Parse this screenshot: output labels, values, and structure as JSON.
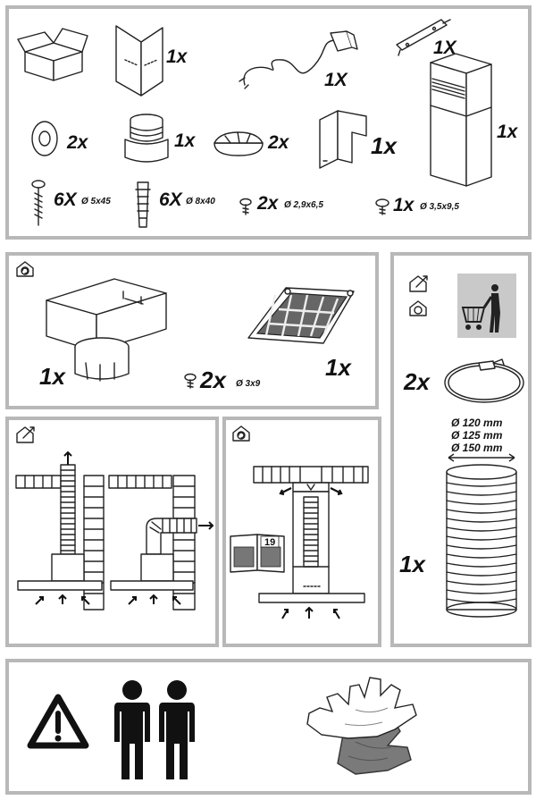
{
  "top_kit": {
    "carton_qty": "",
    "bracket_qty": "1x",
    "cable_qty": "1X",
    "wall_bracket_qty": "1X",
    "chimney_qty": "1x",
    "washer_qty": "2x",
    "reducer_qty": "1x",
    "half_flange_qty": "2x",
    "chimney_support_qty": "1x",
    "screw_6_qty": "6X",
    "screw_6_dim": "Ø 5x45",
    "plug_6_qty": "6X",
    "plug_6_dim": "Ø 8x40",
    "screw_2_qty": "2x",
    "screw_2_dim": "Ø 2,9x6,5",
    "screw_1_qty": "1x",
    "screw_1_dim": "Ø 3,5x9,5"
  },
  "recirc_kit": {
    "deflector_qty": "1x",
    "screw_qty": "2x",
    "screw_dim": "Ø 3x9",
    "filter_qty": "1x"
  },
  "side_kit": {
    "clamp_qty": "2x",
    "hose_qty": "1x",
    "diameters": [
      "Ø 120 mm",
      "Ø 125 mm",
      "Ø 150 mm"
    ]
  },
  "recirc_diagram": {
    "page_ref": "19"
  }
}
